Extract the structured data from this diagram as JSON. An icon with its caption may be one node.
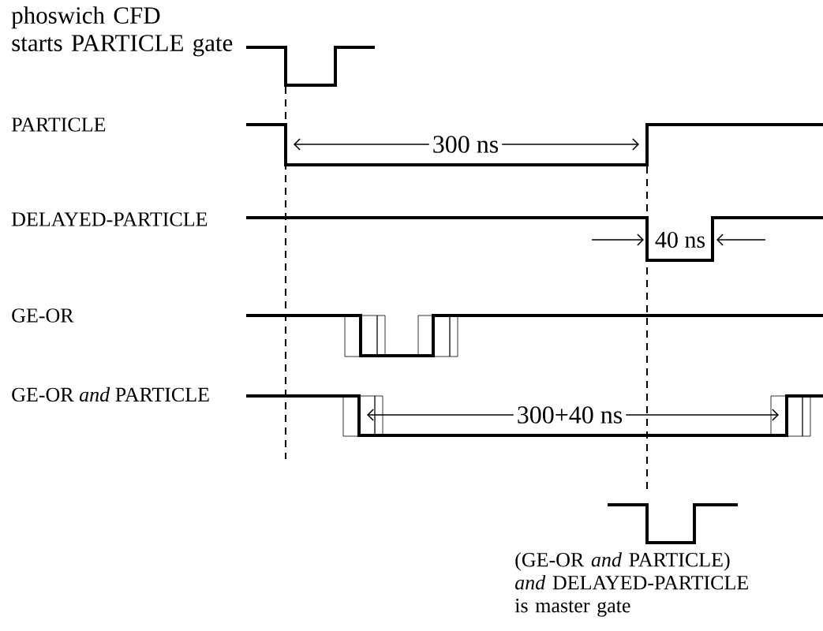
{
  "diagram": {
    "labels": [
      "phoswich CFD starts PARTICLE gate",
      "PARTICLE",
      "300 ns",
      "DELAYED-PARTICLE",
      "40 ns",
      "GE-OR",
      "GE-OR *and* PARTICLE",
      "300+40 ns",
      "(GE-OR *and* PARTICLE) *and* DELAYED-PARTICLE is master gate"
    ]
  }
}
